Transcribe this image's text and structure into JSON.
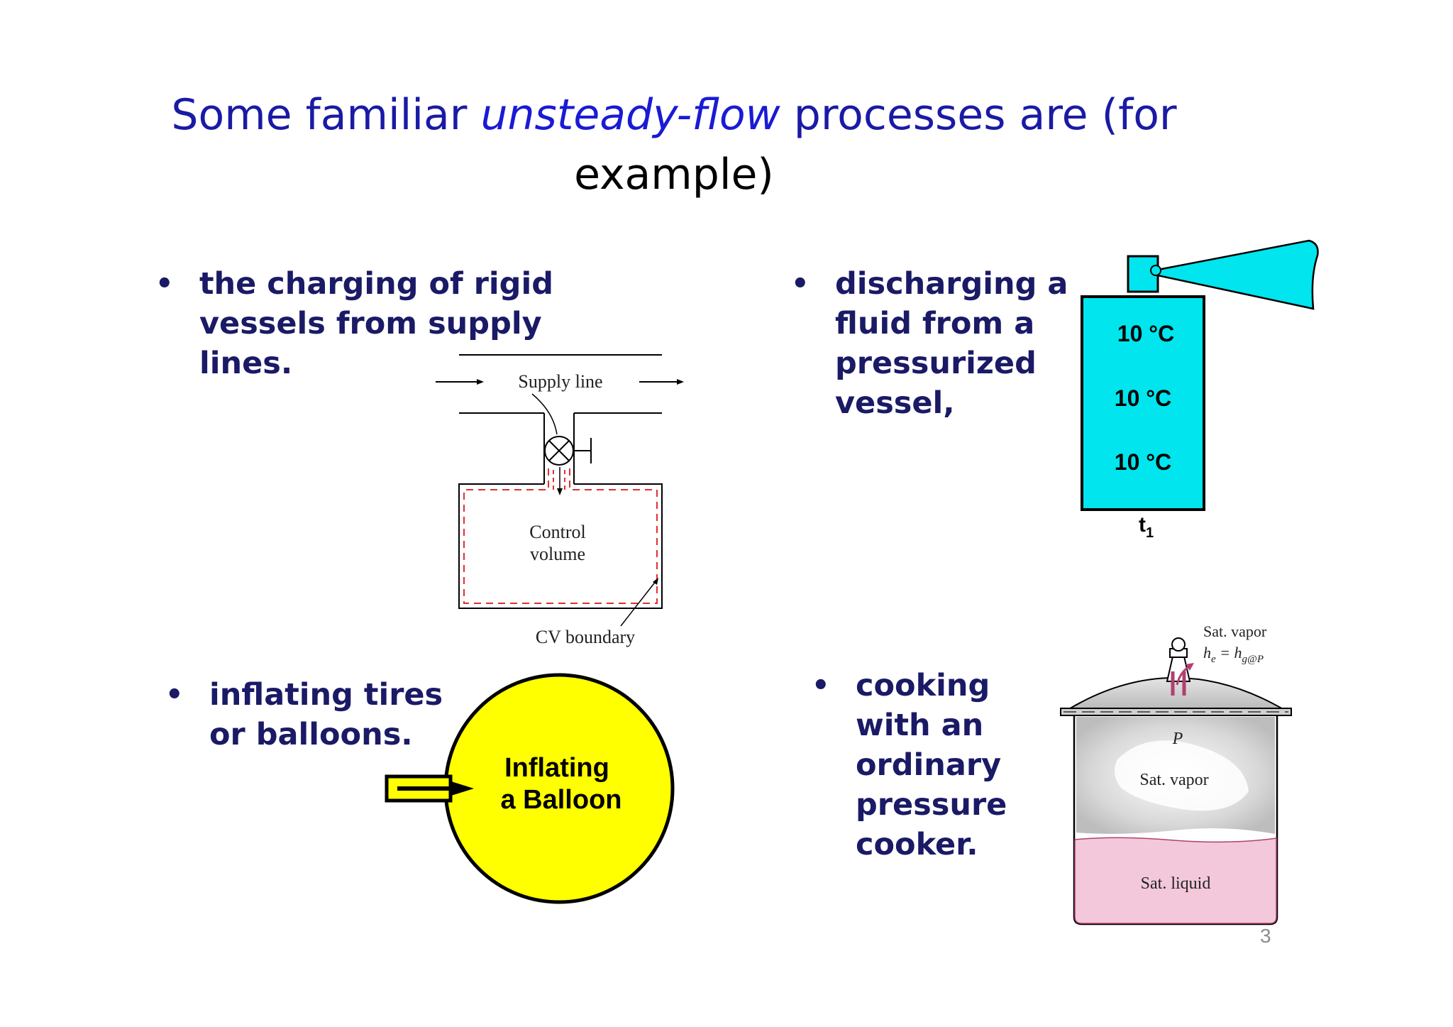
{
  "title": {
    "part1": "Some familiar ",
    "emphasis": "unsteady-flow",
    "part2": " processes are (for",
    "line2": "example)"
  },
  "bullets": [
    {
      "lines": [
        "the charging of rigid",
        "vessels from supply",
        "lines."
      ]
    },
    {
      "lines": [
        "discharging a",
        "fluid from a",
        "pressurized",
        "vessel,"
      ]
    },
    {
      "lines": [
        "inflating tires",
        "or balloons."
      ]
    },
    {
      "lines": [
        "cooking",
        "with an",
        "ordinary",
        "pressure",
        "cooker."
      ]
    }
  ],
  "diagram_supply": {
    "supply_label": "Supply line",
    "cv_label_1": "Control",
    "cv_label_2": "volume",
    "boundary_label": "CV boundary"
  },
  "diagram_vessel": {
    "temps": [
      "10 °C",
      "10 °C",
      "10 °C"
    ],
    "time_label": "t",
    "time_sub": "1",
    "fill_color": "#00e5ee"
  },
  "diagram_balloon": {
    "line1": "Inflating",
    "line2": "a Balloon",
    "fill_color": "#ffff00"
  },
  "diagram_cooker": {
    "vapor_top": "Sat. vapor",
    "he": "h",
    "he_sub": "e",
    "eq": " = h",
    "hg_sub": "g@P",
    "pressure": "P",
    "vapor": "Sat. vapor",
    "liquid": "Sat. liquid",
    "liquid_color": "#f3c8da"
  },
  "page_number": "3"
}
